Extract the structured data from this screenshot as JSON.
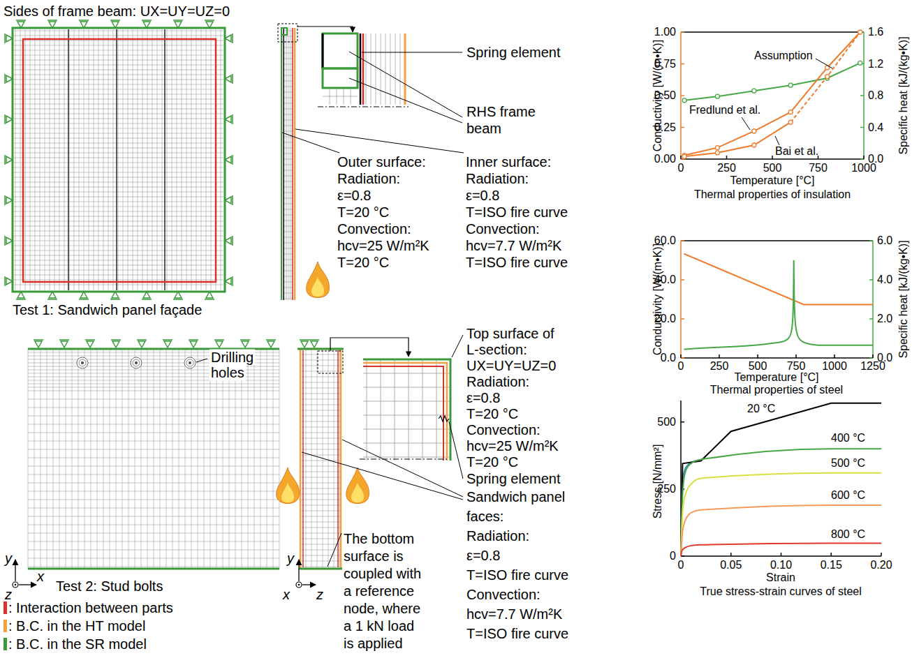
{
  "diagram": {
    "labels": [
      "Sides of frame beam: UX=UY=UZ=0",
      "Spring element",
      "RHS frame",
      "beam",
      "Outer surface:",
      "Radiation:",
      "ε=0.8",
      "T=20 °C",
      "Convection:",
      "hcv=25 W/m²K",
      "T=20 °C",
      "Inner surface:",
      "Radiation:",
      "ε=0.8",
      "T=ISO fire curve",
      "Convection:",
      "hcv=7.7 W/m²K",
      "T=ISO fire curve",
      "Test 1: Sandwich panel façade",
      "Drilling",
      "holes",
      "Top surface of",
      "L-section:",
      "UX=UY=UZ=0",
      "Radiation:",
      "ε=0.8",
      "T=20 °C",
      "Convection:",
      "hcv=25 W/m²K",
      "T=20 °C",
      "Spring element",
      "Sandwich panel",
      "faces:",
      "Radiation:",
      "ε=0.8",
      "T=ISO fire curve",
      "Convection:",
      "hcv=7.7 W/m²K",
      "T=ISO fire curve",
      "The bottom",
      "surface is",
      "coupled with",
      "a reference",
      "node, where",
      "a 1 kN load",
      "is applied",
      "y",
      "z",
      "x",
      "Test 2: Stud bolts",
      "y",
      "x",
      "z",
      "1.00",
      "0.75",
      "0.50",
      "0.25",
      "0.00",
      "1.6",
      "1.2",
      "0.8",
      "0.4",
      "0.0",
      "0",
      "250",
      "500",
      "750",
      "1000",
      "Conductivity [W/(m•K)]",
      "Specific heat [kJ/(kg•K)]",
      "Temperature [°C]",
      "Thermal properties of insulation",
      "Assumption",
      "Fredlund et al.",
      "Bai et al.",
      "60.0",
      "40.0",
      "20.0",
      "0.0",
      "6.0",
      "4.0",
      "2.0",
      "0.0",
      "0",
      "250",
      "500",
      "750",
      "1000",
      "1250",
      "Conductivity [W/(m•K)]",
      "Specific heat [kJ/(kg•K)]",
      "Temperature [°C]",
      "Thermal properties of steel",
      "500",
      "250",
      "0",
      "0",
      "0.05",
      "0.10",
      "0.15",
      "0.20",
      "Stress [N/mm²]",
      "Strain",
      "True stress-strain curves of steel",
      "20 °C",
      "400 °C",
      "500 °C",
      "600 °C",
      "800 °C"
    ],
    "legend": [
      {
        "text": ": Interaction between parts",
        "color": "#d8302a"
      },
      {
        "text": ": B.C. in the HT model",
        "color": "#f5a040"
      },
      {
        "text": ": B.C. in the SR model",
        "color": "#3a9a3a"
      }
    ]
  }
}
